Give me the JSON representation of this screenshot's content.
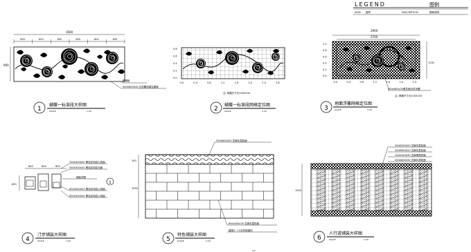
{
  "legend": {
    "title": "LEGEND",
    "title_cn": "图例",
    "col1": "SIGN",
    "col2": "图号",
    "col3": "DESCRIPTION",
    "col4": "图例说明"
  },
  "d1": {
    "number": "1",
    "title": "蝴蝶一标准段大样图",
    "sub_left": "SCALE",
    "sub_right": "1:20",
    "total_dim": "3600",
    "segs": [
      "600",
      "600",
      "600",
      "600",
      "600",
      "600"
    ],
    "height_dim": "900",
    "note1": "锈钢板",
    "note2": "900X600X30 石材雕刻镂空图案"
  },
  "d2": {
    "number": "2",
    "title": "蝴蝶一标准段网格定位图",
    "sub_left": "SCALE",
    "sub_right": "1:20",
    "xticks": [
      "0.0",
      "0.4",
      "0.8",
      "1.2",
      "1.6",
      "2.0",
      "2.4",
      "2.8"
    ],
    "yticks": [
      "0.8",
      "0.6",
      "0.4",
      "0.2",
      "0.0"
    ],
    "note": "注: 网格尺寸为100X100"
  },
  "d3": {
    "number": "3",
    "title": "地面浮雕网格定位图",
    "sub_left": "SCALE",
    "sub_right": "1:20",
    "total_dim": "2900",
    "inner_dim": "2700",
    "yticks": [
      "1.2",
      "0.8",
      "0.6",
      "0.4",
      "0.2",
      "0.0"
    ],
    "xticks": [
      "0.0",
      "0.4",
      "0.8",
      "1.2",
      "1.6",
      "2.0",
      "2.4"
    ],
    "side_dim": "1200",
    "note1": "600x600x30黑芝麻石材浮雕",
    "note2": "注: 网格尺寸为100X100"
  },
  "d4": {
    "number": "4",
    "title": "汀步铺装大样图",
    "sub_left": "SCALE",
    "sub_right": "1:20",
    "dims": [
      "600",
      "600",
      "600"
    ],
    "side_dim": "800",
    "note1": "700X400X50 黑色花岗岩火烧面",
    "note2": "300X300X30 黑色花岗岩光面",
    "note3": "800X400X50 黑色花岗岩火烧面",
    "note4": "600X400X50 黑色花岗岩火烧面",
    "detail_label": "铺装详图",
    "detail_num": "1"
  },
  "d5": {
    "number": "5",
    "title": "特色铺装大样图",
    "sub_left": "SCALE",
    "sub_right": "1:20",
    "top_note": "300X600X30 芝麻灰荔枝面",
    "side_dim": "1050",
    "top_dim": "300",
    "note1": "600x300x30 芝麻灰荔枝面",
    "note2": "缝宽5, 1:2石材填缝剂"
  },
  "d6": {
    "number": "6",
    "title": "人行道铺装大样图",
    "sub_left": "SCALE",
    "sub_right": "1:20",
    "side_dim": "1500",
    "note1": "200X200X20 芝麻灰荔枝面",
    "note2": "300X600X20 芝麻灰荔枝面",
    "note3": "100X100X30 芝麻黑荔枝面",
    "note4": "300X600X30 芝麻灰荔枝面"
  },
  "footer": "1/1"
}
